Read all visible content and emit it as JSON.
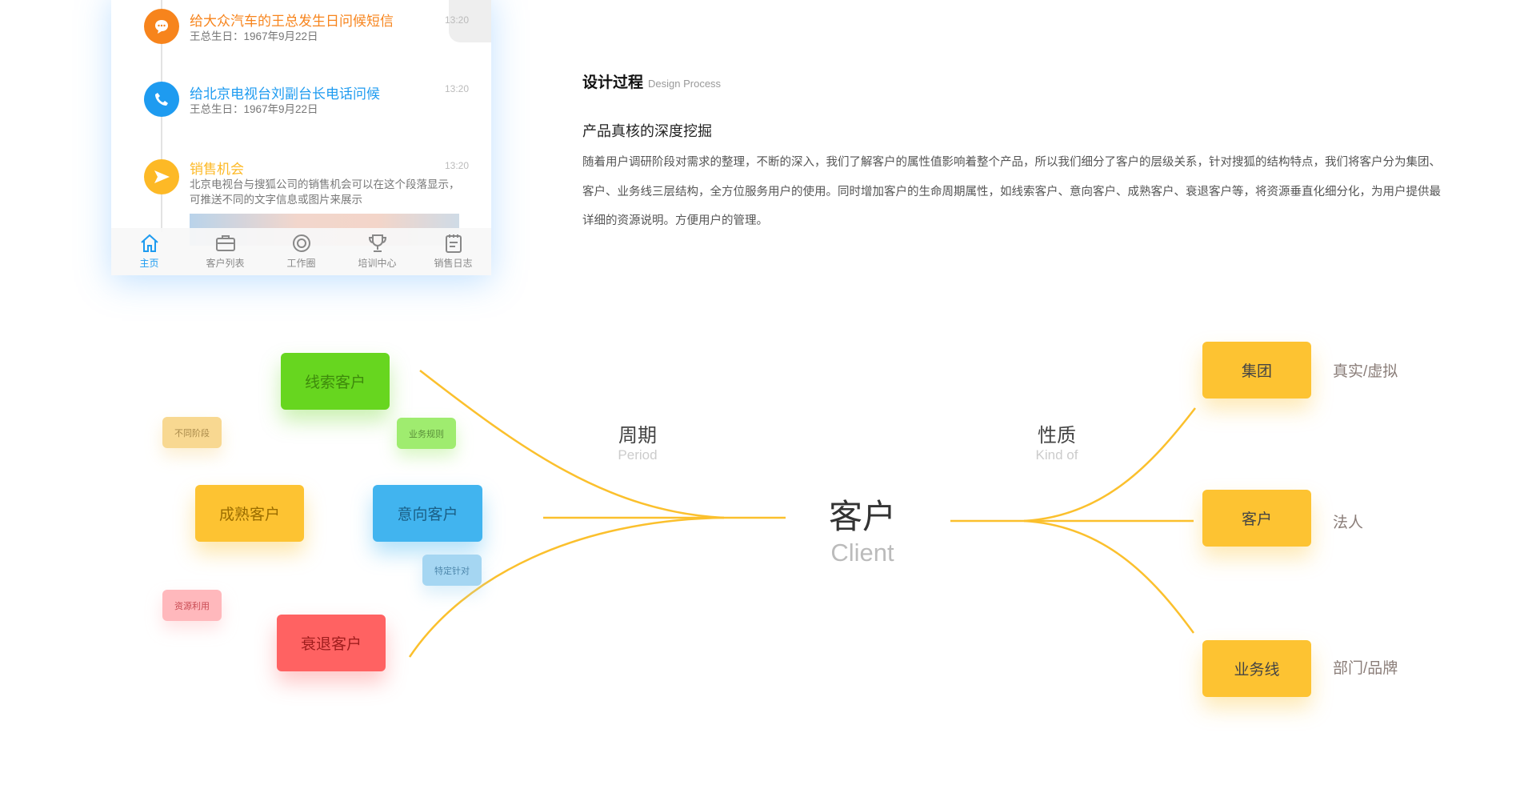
{
  "phone": {
    "items": [
      {
        "title": "给大众汽车的王总发生日问候短信",
        "sub": "王总生日：1967年9月22日",
        "time": "13:20",
        "icon": "message-icon",
        "color": "#f7841c"
      },
      {
        "title": "给北京电视台刘副台长电话问候",
        "sub": "王总生日：1967年9月22日",
        "time": "13:20",
        "icon": "phone-icon",
        "color": "#1e9bf0"
      },
      {
        "title": "销售机会",
        "sub": "北京电视台与搜狐公司的销售机会可以在这个段落显示，可推送不同的文字信息或图片来展示",
        "time": "13:20",
        "icon": "send-icon",
        "color": "#fdb926"
      }
    ],
    "tabs": [
      {
        "label": "主页",
        "icon": "home-icon"
      },
      {
        "label": "客户列表",
        "icon": "briefcase-icon"
      },
      {
        "label": "工作圈",
        "icon": "lifebuoy-icon"
      },
      {
        "label": "培训中心",
        "icon": "trophy-icon"
      },
      {
        "label": "销售日志",
        "icon": "notepad-icon"
      }
    ]
  },
  "section": {
    "title": "设计过程",
    "title_en": "Design Process",
    "subtitle": "产品真核的深度挖掘",
    "paragraph": "随着用户调研阶段对需求的整理，不断的深入，我们了解客户的属性值影响着整个产品，所以我们细分了客户的层级关系，针对搜狐的结构特点，我们将客户分为集团、客户、业务线三层结构，全方位服务用户的使用。同时增加客户的生命周期属性，如线索客户、意向客户、成熟客户、衰退客户等，将资源垂直化细分化，为用户提供最详细的资源说明。方便用户的管理。"
  },
  "diagram": {
    "center": {
      "zh": "客户",
      "en": "Client"
    },
    "left_label": {
      "zh": "周期",
      "en": "Period"
    },
    "right_label": {
      "zh": "性质",
      "en": "Kind of"
    },
    "lifecycle": [
      "线索客户",
      "成熟客户",
      "意向客户",
      "衰退客户"
    ],
    "tags": [
      "不同阶段",
      "业务规则",
      "特定针对",
      "资源利用"
    ],
    "nature": [
      {
        "box": "集团",
        "desc": "真实/虚拟"
      },
      {
        "box": "客户",
        "desc": "法人"
      },
      {
        "box": "业务线",
        "desc": "部门/品牌"
      }
    ],
    "colors": {
      "line": "#fbc02d",
      "green": "#67d61f",
      "yellow": "#fdc332",
      "blue": "#41b4ef",
      "red": "#ff6262"
    }
  }
}
